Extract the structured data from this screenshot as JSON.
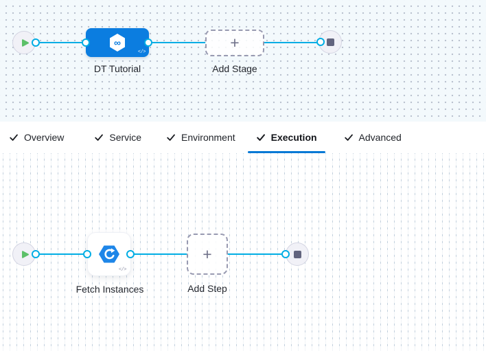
{
  "stage_canvas": {
    "nodes": {
      "stage": {
        "label": "DT Tutorial"
      },
      "add_stage": {
        "label": "Add Stage",
        "plus": "+"
      }
    },
    "code_icon_text": "</>"
  },
  "tabs": {
    "items": [
      {
        "label": "Overview",
        "checked": true,
        "active": false
      },
      {
        "label": "Service",
        "checked": true,
        "active": false
      },
      {
        "label": "Environment",
        "checked": true,
        "active": false
      },
      {
        "label": "Execution",
        "checked": true,
        "active": true
      },
      {
        "label": "Advanced",
        "checked": true,
        "active": false
      }
    ]
  },
  "execution_canvas": {
    "nodes": {
      "step": {
        "label": "Fetch Instances"
      },
      "add_step": {
        "label": "Add Step",
        "plus": "+"
      }
    },
    "code_icon_text": "</>"
  },
  "colors": {
    "accent_blue": "#0278d5",
    "stage_node_blue": "#0b7de0",
    "edge_blue": "#00ade4",
    "play_green": "#5cc069",
    "stop_gray": "#62647e",
    "canvas_top_bg": "#f3f9fc"
  }
}
